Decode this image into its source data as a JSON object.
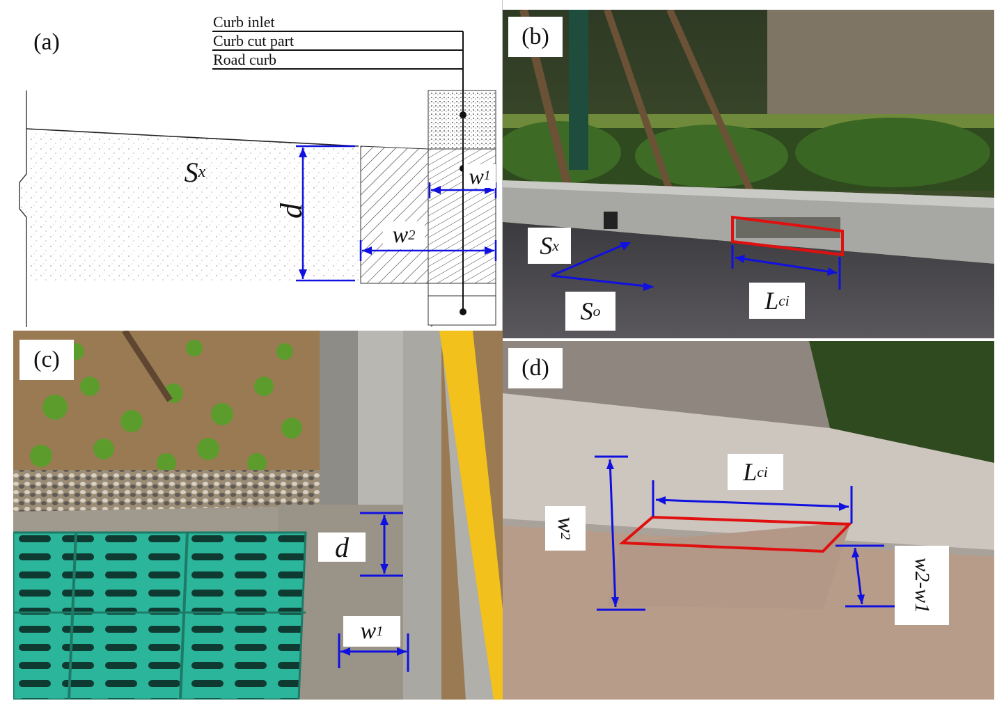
{
  "figure": {
    "panels": [
      {
        "id": "a",
        "label": "(a)"
      },
      {
        "id": "b",
        "label": "(b)"
      },
      {
        "id": "c",
        "label": "(c)"
      },
      {
        "id": "d",
        "label": "(d)"
      }
    ],
    "legend": [
      "Curb inlet",
      "Curb cut part",
      "Road curb"
    ],
    "symbols": {
      "sx_main": "S",
      "sx_sub": "x",
      "so_main": "S",
      "so_sub": "o",
      "d": "d",
      "w1_main": "w",
      "w1_sub": "1",
      "w2_main": "w",
      "w2_sub": "2",
      "lci_main": "L",
      "lci_sub": "ci",
      "w2w1": "w2-w1"
    },
    "colors": {
      "dimension": "#1010e0",
      "inlet_outline": "#e01010",
      "grate": "#2bb59a",
      "yellow_line": "#f2c11b"
    }
  }
}
